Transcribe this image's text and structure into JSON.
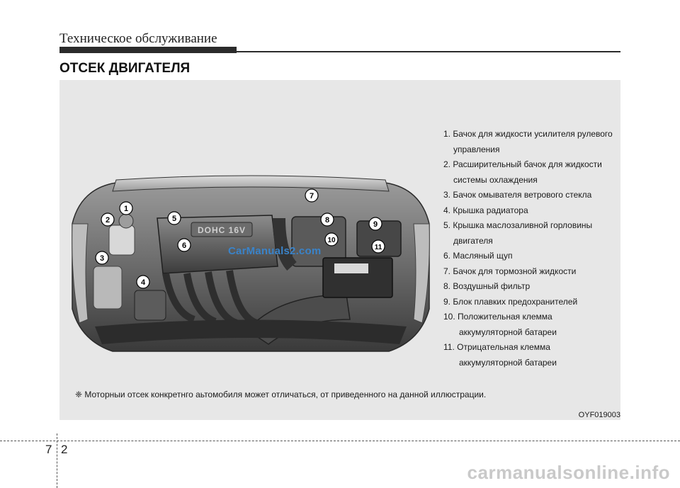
{
  "header": {
    "title": "Техническое обслуживание"
  },
  "section": {
    "title": "ОТСЕК ДВИГАТЕЛЯ"
  },
  "figure": {
    "engine_label": "DOHC 16V",
    "callouts": [
      "1",
      "2",
      "3",
      "4",
      "5",
      "6",
      "7",
      "8",
      "9",
      "10",
      "11"
    ],
    "legend": [
      {
        "num": "1.",
        "line1": "Бачок для жидкости усилителя рулевого",
        "line2": "управления"
      },
      {
        "num": "2.",
        "line1": "Расширительный бачок для жидкости",
        "line2": "системы охлаждения"
      },
      {
        "num": "3.",
        "line1": "Бачок омывателя ветрового стекла",
        "line2": ""
      },
      {
        "num": "4.",
        "line1": "Крышка радиатора",
        "line2": ""
      },
      {
        "num": "5.",
        "line1": "Крышка маслозаливной горловины",
        "line2": "двигателя"
      },
      {
        "num": "6.",
        "line1": "Масляный щуп",
        "line2": ""
      },
      {
        "num": "7.",
        "line1": "Бачок для тормозной жидкости",
        "line2": ""
      },
      {
        "num": "8.",
        "line1": "Воздушный фильтр",
        "line2": ""
      },
      {
        "num": "9.",
        "line1": "Блок плавких предохранителей",
        "line2": ""
      },
      {
        "num": "10.",
        "line1": "Положительная клемма",
        "line2": "аккумуляторной батареи"
      },
      {
        "num": "11.",
        "line1": "Отрицательная клемма",
        "line2": "аккумуляторной батареи"
      }
    ],
    "footnote": "❈ Моторныи отсек конкретнго аьтомобиля может отличаться, от приведенного на данной иллюстрации.",
    "code": "OYF019003",
    "watermark": "CarManuals2.com"
  },
  "page": {
    "chapter": "7",
    "number": "2"
  },
  "site_mark": "carmanualsonline.info"
}
